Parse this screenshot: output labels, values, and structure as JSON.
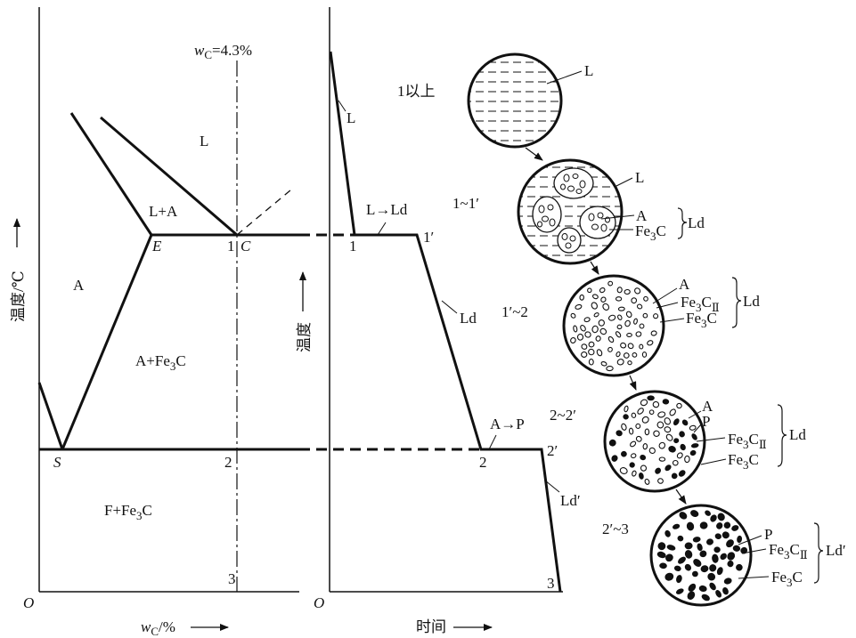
{
  "composition_label": {
    "w": "w",
    "sub": "C",
    "rest": "=4.3%"
  },
  "phase_diagram": {
    "regions": {
      "L": "L",
      "L_A": "L+A",
      "A": "A",
      "A_Fe3C_a": "A+Fe",
      "A_Fe3C_sub": "3",
      "A_Fe3C_b": "C",
      "F_Fe3C_a": "F+Fe",
      "F_Fe3C_sub": "3",
      "F_Fe3C_b": "C"
    },
    "points": {
      "E": "E",
      "C": "C",
      "S": "S",
      "O": "O",
      "p1": "1",
      "p2": "2",
      "p3": "3"
    },
    "y_axis_label": "温度/℃",
    "x_axis_label": {
      "w": "w",
      "sub": "C",
      "rest": "/%"
    }
  },
  "cooling_curve": {
    "labels": {
      "L": "L",
      "L_to_Ld": "L→Ld",
      "Ld": "Ld",
      "A_to_P": "A→P",
      "Ld_prime": "Ld′"
    },
    "points": {
      "p1": "1",
      "p1p": "1′",
      "p2": "2",
      "p2p": "2′",
      "p3": "3",
      "O": "O"
    },
    "y_axis_label": "温度",
    "x_axis_label": "时间"
  },
  "stages": {
    "above1": "1以上",
    "s1": "1~1′",
    "s2": "1′~2",
    "s3": "2~2′",
    "s4": "2′~3"
  },
  "microstructures": {
    "c1": {
      "L": "L"
    },
    "c2": {
      "L": "L",
      "A": "A",
      "Fe3C": [
        "Fe",
        "3",
        "C"
      ],
      "group": "Ld"
    },
    "c3": {
      "A": "A",
      "Fe3CII": [
        "Fe",
        "3",
        "C",
        "Ⅱ"
      ],
      "Fe3C": [
        "Fe",
        "3",
        "C"
      ],
      "group": "Ld"
    },
    "c4": {
      "A": "A",
      "P": "P",
      "Fe3CII": [
        "Fe",
        "3",
        "C",
        "Ⅱ"
      ],
      "Fe3C": [
        "Fe",
        "3",
        "C"
      ],
      "group": "Ld"
    },
    "c5": {
      "P": "P",
      "Fe3CII": [
        "Fe",
        "3",
        "C",
        "Ⅱ"
      ],
      "Fe3C": [
        "Fe",
        "3",
        "C"
      ],
      "group": "Ld′"
    }
  }
}
